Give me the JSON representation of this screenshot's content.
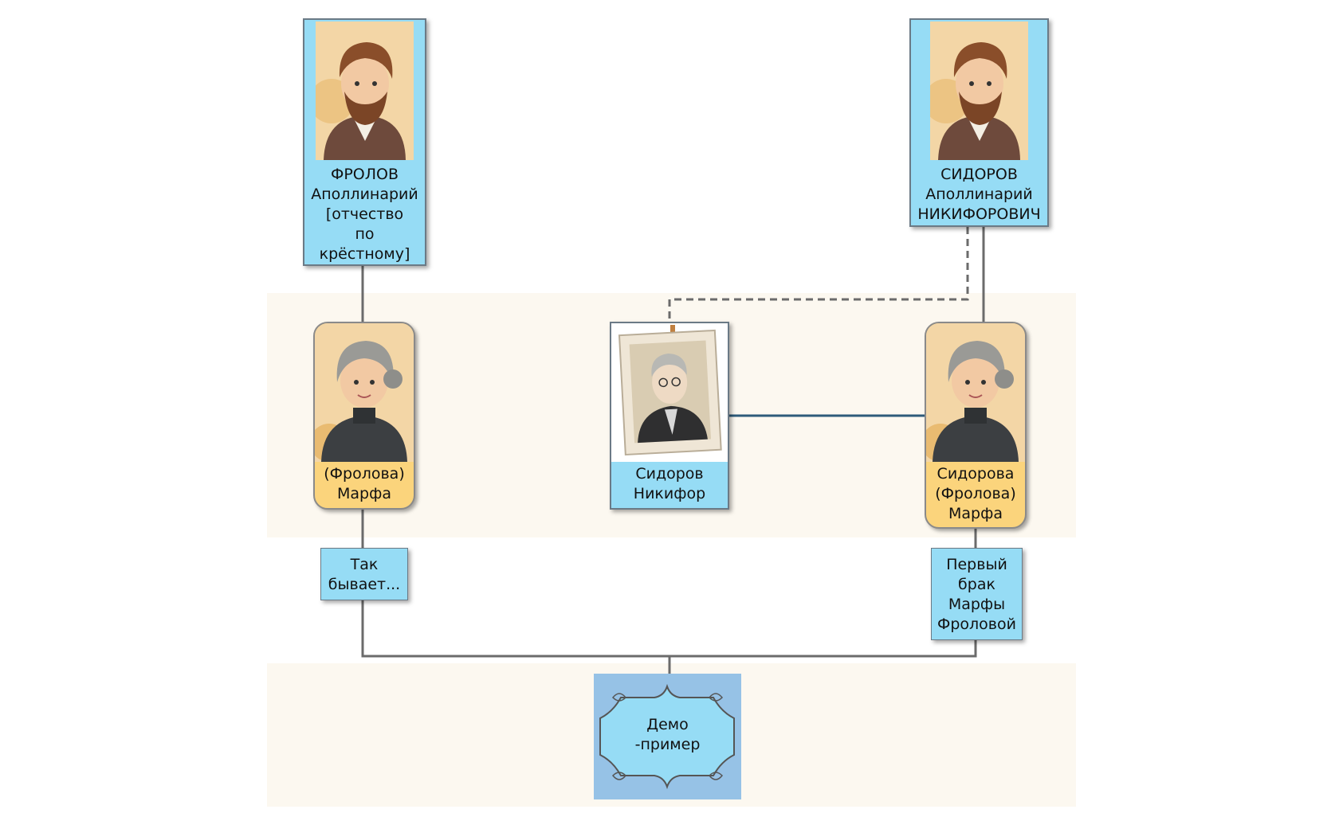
{
  "people": {
    "frolov": {
      "lines": [
        "ФРОЛОВ",
        "Аполлинарий",
        "[отчество",
        "по",
        "крёстному]"
      ],
      "portrait": "bearded-man-portrait"
    },
    "sidorov_senior": {
      "lines": [
        "СИДОРОВ",
        "Аполлинарий",
        "НИКИФОРОВИЧ"
      ],
      "portrait": "bearded-man-portrait"
    },
    "marfa_left": {
      "lines": [
        "(Фролова)",
        "Марфа"
      ],
      "portrait": "old-woman-portrait"
    },
    "nikifor": {
      "lines": [
        "Сидоров",
        "Никифор"
      ],
      "portrait": "framed-old-man-photo"
    },
    "marfa_right": {
      "lines": [
        "Сидорова",
        "(Фролова)",
        "Марфа"
      ],
      "portrait": "old-woman-portrait"
    }
  },
  "notes": {
    "left": [
      "Так",
      "бывает..."
    ],
    "right": [
      "Первый",
      "брак",
      "Марфы",
      "Фроловой"
    ]
  },
  "root": {
    "lines": [
      "Демо",
      "-пример"
    ]
  },
  "colors": {
    "male_card": "#96dcf5",
    "female_card": "#fbd47c",
    "band": "#fcf8f0",
    "connector": "#6b6b6b",
    "marriage_line": "#2e5b7a",
    "root_box": "#96c2e6"
  }
}
